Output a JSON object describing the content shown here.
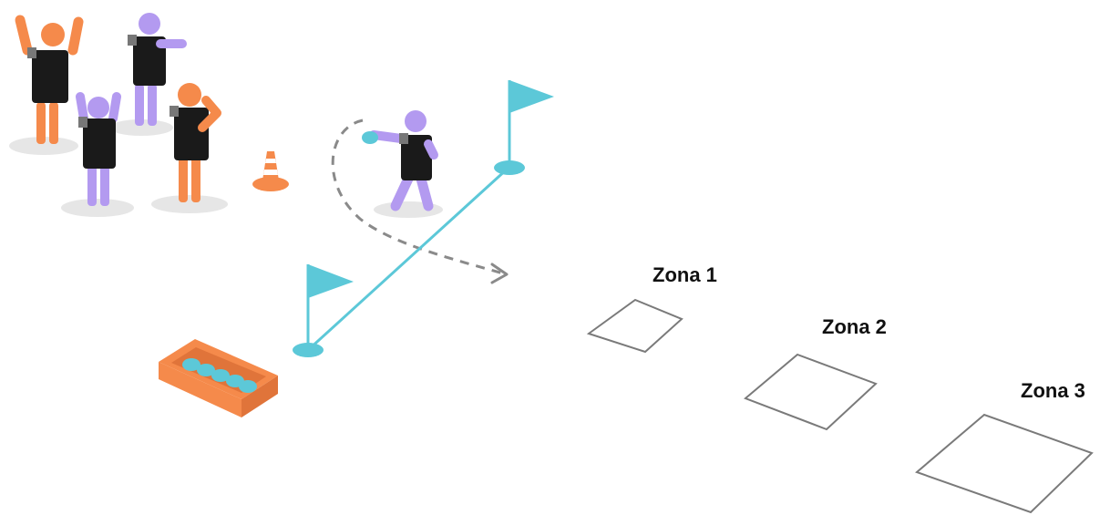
{
  "zones": [
    {
      "label": "Zona 1"
    },
    {
      "label": "Zona 2"
    },
    {
      "label": "Zona 3"
    }
  ],
  "colors": {
    "orange": "#f58a4b",
    "purple": "#b39af0",
    "cyan": "#5cc8d8",
    "black": "#1a1a1a",
    "shadow": "#e6e6e6",
    "dash": "#8a8a8a",
    "zone_outline": "#7a7a7a"
  }
}
